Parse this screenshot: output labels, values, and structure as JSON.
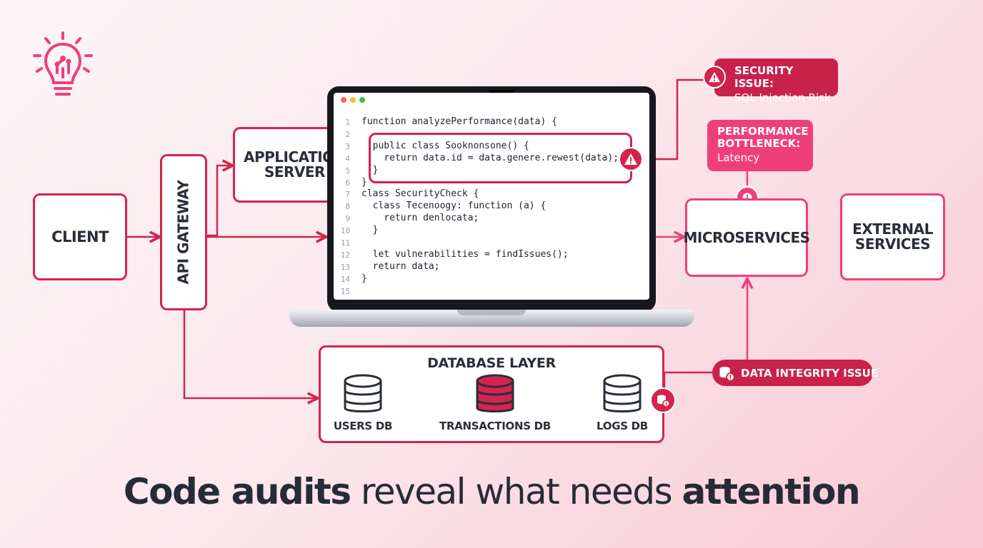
{
  "colors": {
    "accent": "#d3244f",
    "pink": "#ef3f7a",
    "dark": "#272b36"
  },
  "nodes": {
    "client": "CLIENT",
    "api_gateway": "API GATEWAY",
    "application_server": "APPLICATION\nSERVER",
    "microservices": "MICROSERVICES",
    "external_services": "EXTERNAL\nSERVICES"
  },
  "code": [
    {
      "n": "1",
      "text": "function analyzePerformance(data) {"
    },
    {
      "n": "2",
      "text": ""
    },
    {
      "n": "3",
      "text": "  public class Sooknonsone() {"
    },
    {
      "n": "4",
      "text": "    return data.id = data.genere.rewest(data);"
    },
    {
      "n": "5",
      "text": "  }"
    },
    {
      "n": "6",
      "text": "}"
    },
    {
      "n": "7",
      "text": "class SecurityCheck {"
    },
    {
      "n": "8",
      "text": "  class Tecenoogy: function (a) {"
    },
    {
      "n": "9",
      "text": "    return denlocata;"
    },
    {
      "n": "10",
      "text": "  }"
    },
    {
      "n": "11",
      "text": ""
    },
    {
      "n": "12",
      "text": "  let vulnerabilities = findIssues();"
    },
    {
      "n": "13",
      "text": "  return data;"
    },
    {
      "n": "14",
      "text": "}"
    },
    {
      "n": "15",
      "text": ""
    }
  ],
  "callouts": {
    "security": {
      "title": "SECURITY ISSUE:",
      "detail": "SQL Injection Risk"
    },
    "performance": {
      "title": "PERFORMANCE\nBOTTLENECK:",
      "detail": "Latency"
    },
    "integrity": {
      "title": "DATA INTEGRITY ISSUE"
    }
  },
  "database": {
    "title": "DATABASE LAYER",
    "dbs": [
      "USERS DB",
      "TRANSACTIONS DB",
      "LOGS DB"
    ]
  },
  "headline": {
    "bold1": "Code audits",
    "light": " reveal what needs ",
    "bold2": "attention"
  }
}
